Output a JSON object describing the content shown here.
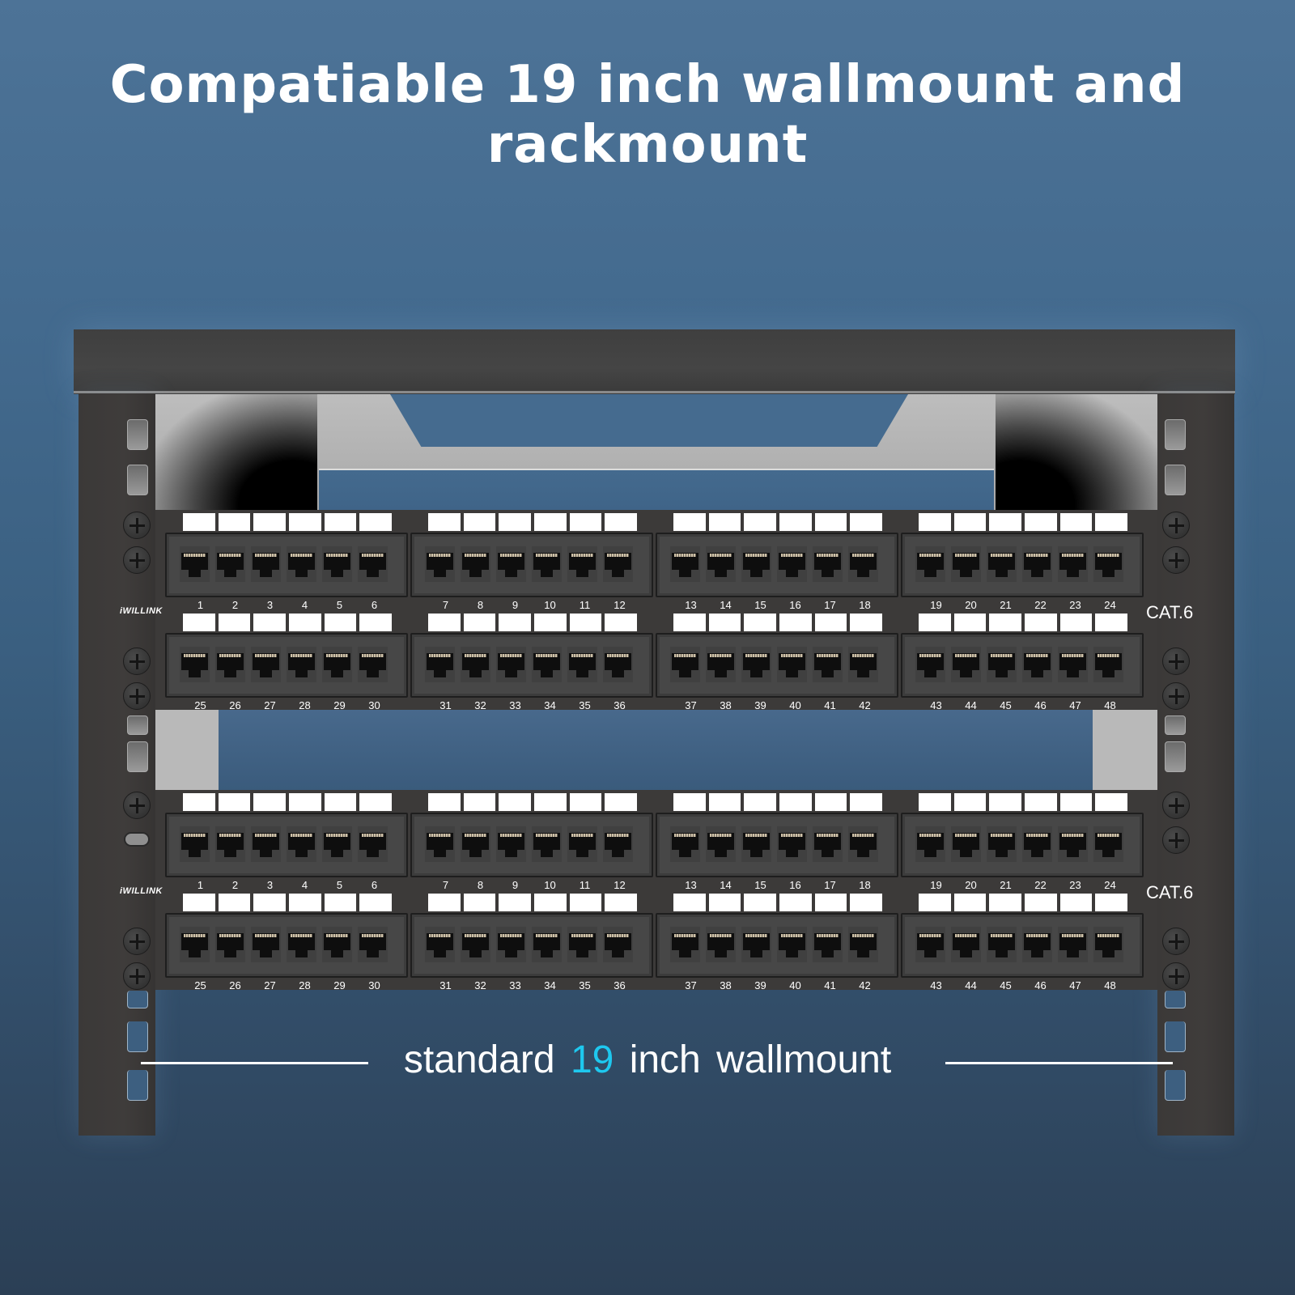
{
  "headline": "Compatiable 19 inch wallmount and rackmount",
  "caption": {
    "prefix": "standard",
    "accent_number": "19",
    "suffix": "inch wallmount",
    "accent_color": "#1ec8ef"
  },
  "colors": {
    "background_top": "#4d7397",
    "background_bottom": "#2b3f55",
    "rack": "#3f3c3b",
    "label_strip": "#ffffff"
  },
  "panels": [
    {
      "brand": "iWILLINK",
      "category": "CAT.6",
      "top_row_ports": [
        [
          "1",
          "2",
          "3",
          "4",
          "5",
          "6"
        ],
        [
          "7",
          "8",
          "9",
          "10",
          "11",
          "12"
        ],
        [
          "13",
          "14",
          "15",
          "16",
          "17",
          "18"
        ],
        [
          "19",
          "20",
          "21",
          "22",
          "23",
          "24"
        ]
      ],
      "bottom_row_ports": [
        [
          "25",
          "26",
          "27",
          "28",
          "29",
          "30"
        ],
        [
          "31",
          "32",
          "33",
          "34",
          "35",
          "36"
        ],
        [
          "37",
          "38",
          "39",
          "40",
          "41",
          "42"
        ],
        [
          "43",
          "44",
          "45",
          "46",
          "47",
          "48"
        ]
      ]
    },
    {
      "brand": "iWILLINK",
      "category": "CAT.6",
      "top_row_ports": [
        [
          "1",
          "2",
          "3",
          "4",
          "5",
          "6"
        ],
        [
          "7",
          "8",
          "9",
          "10",
          "11",
          "12"
        ],
        [
          "13",
          "14",
          "15",
          "16",
          "17",
          "18"
        ],
        [
          "19",
          "20",
          "21",
          "22",
          "23",
          "24"
        ]
      ],
      "bottom_row_ports": [
        [
          "25",
          "26",
          "27",
          "28",
          "29",
          "30"
        ],
        [
          "31",
          "32",
          "33",
          "34",
          "35",
          "36"
        ],
        [
          "37",
          "38",
          "39",
          "40",
          "41",
          "42"
        ],
        [
          "43",
          "44",
          "45",
          "46",
          "47",
          "48"
        ]
      ]
    }
  ],
  "icons": {
    "screw": "phillips-screw-icon",
    "jack": "rj45-jack-icon"
  }
}
